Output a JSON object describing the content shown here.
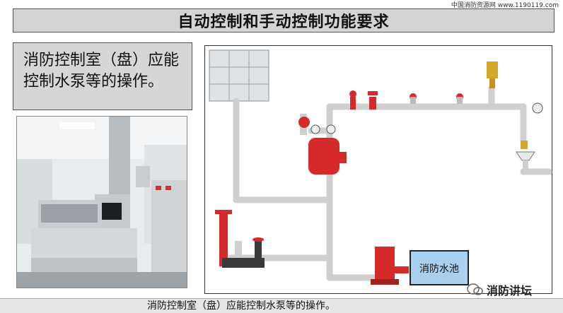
{
  "watermark": "中国消防资源网 www.1190119.com",
  "title": "自动控制和手动控制功能要求",
  "description": "消防控制室（盘）应能控制水泵等的操作。",
  "diagram": {
    "pool_label": "消防水池"
  },
  "footer": "消防控制室（盘）应能控制水泵等的操作。",
  "logo": "消防讲坛",
  "colors": {
    "pipe": "#cfcfcf",
    "valve_red": "#d42a2a",
    "pool_fill": "#a9d0ef",
    "title_bg": "#d4d4d4"
  }
}
